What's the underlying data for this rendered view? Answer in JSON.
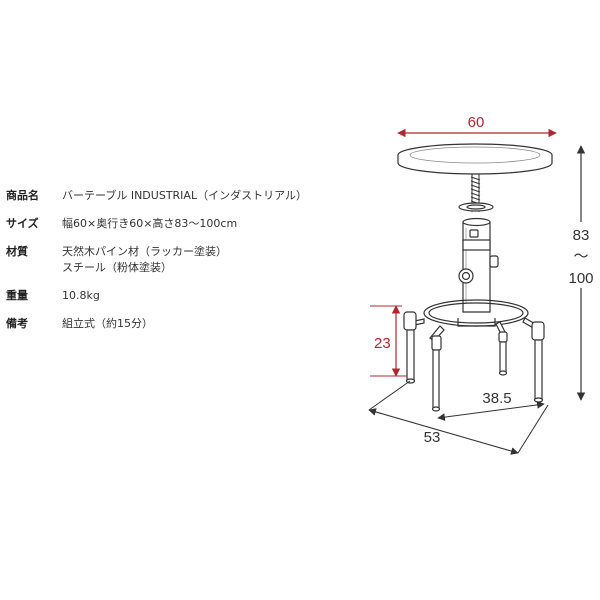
{
  "specs": [
    {
      "label": "商品名",
      "lines": [
        "バーテーブル INDUSTRIAL（インダストリアル）"
      ]
    },
    {
      "label": "サイズ",
      "lines": [
        "幅60×奥行き60×高さ83〜100cm"
      ]
    },
    {
      "label": "材質",
      "lines": [
        "天然木パイン材（ラッカー塗装）",
        "スチール（粉体塗装）"
      ]
    },
    {
      "label": "重量",
      "lines": [
        "10.8kg"
      ]
    },
    {
      "label": "備考",
      "lines": [
        "組立式（約15分）"
      ]
    }
  ],
  "dimensions": {
    "top_width": "60",
    "height_min": "83",
    "height_sep": "〜",
    "height_max": "100",
    "footrest_height": "23",
    "depth": "38.5",
    "width": "53"
  },
  "colors": {
    "accent_red": "#b0282f",
    "line": "#333333"
  }
}
